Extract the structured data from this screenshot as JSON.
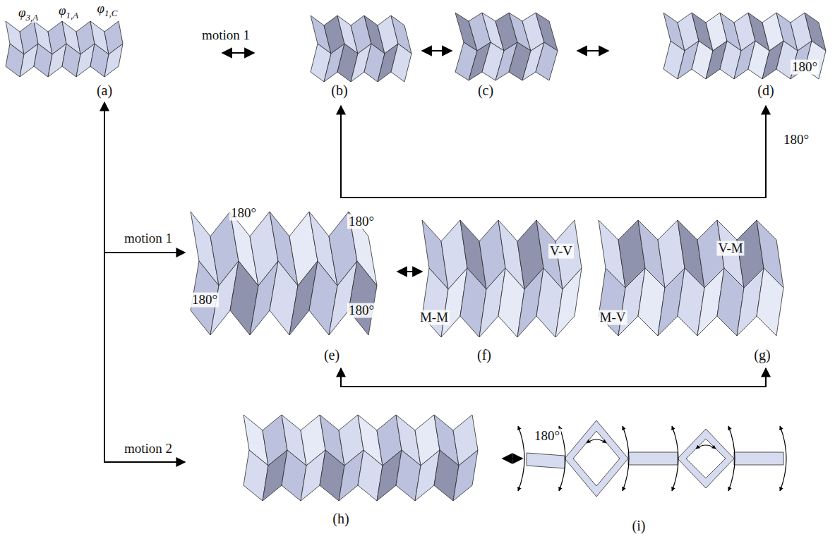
{
  "diagram": {
    "labels": [
      "φ3,A",
      "φ1,A",
      "φ1,C",
      "motion 1",
      "180°",
      "180°",
      "(a)",
      "(b)",
      "(c)",
      "(d)",
      "motion 1",
      "180°",
      "180°",
      "180°",
      "180°",
      "V-V",
      "M-M",
      "V-M",
      "M-V",
      "(e)",
      "(f)",
      "(g)",
      "motion 2",
      "180°",
      "(h)",
      "(i)"
    ]
  }
}
